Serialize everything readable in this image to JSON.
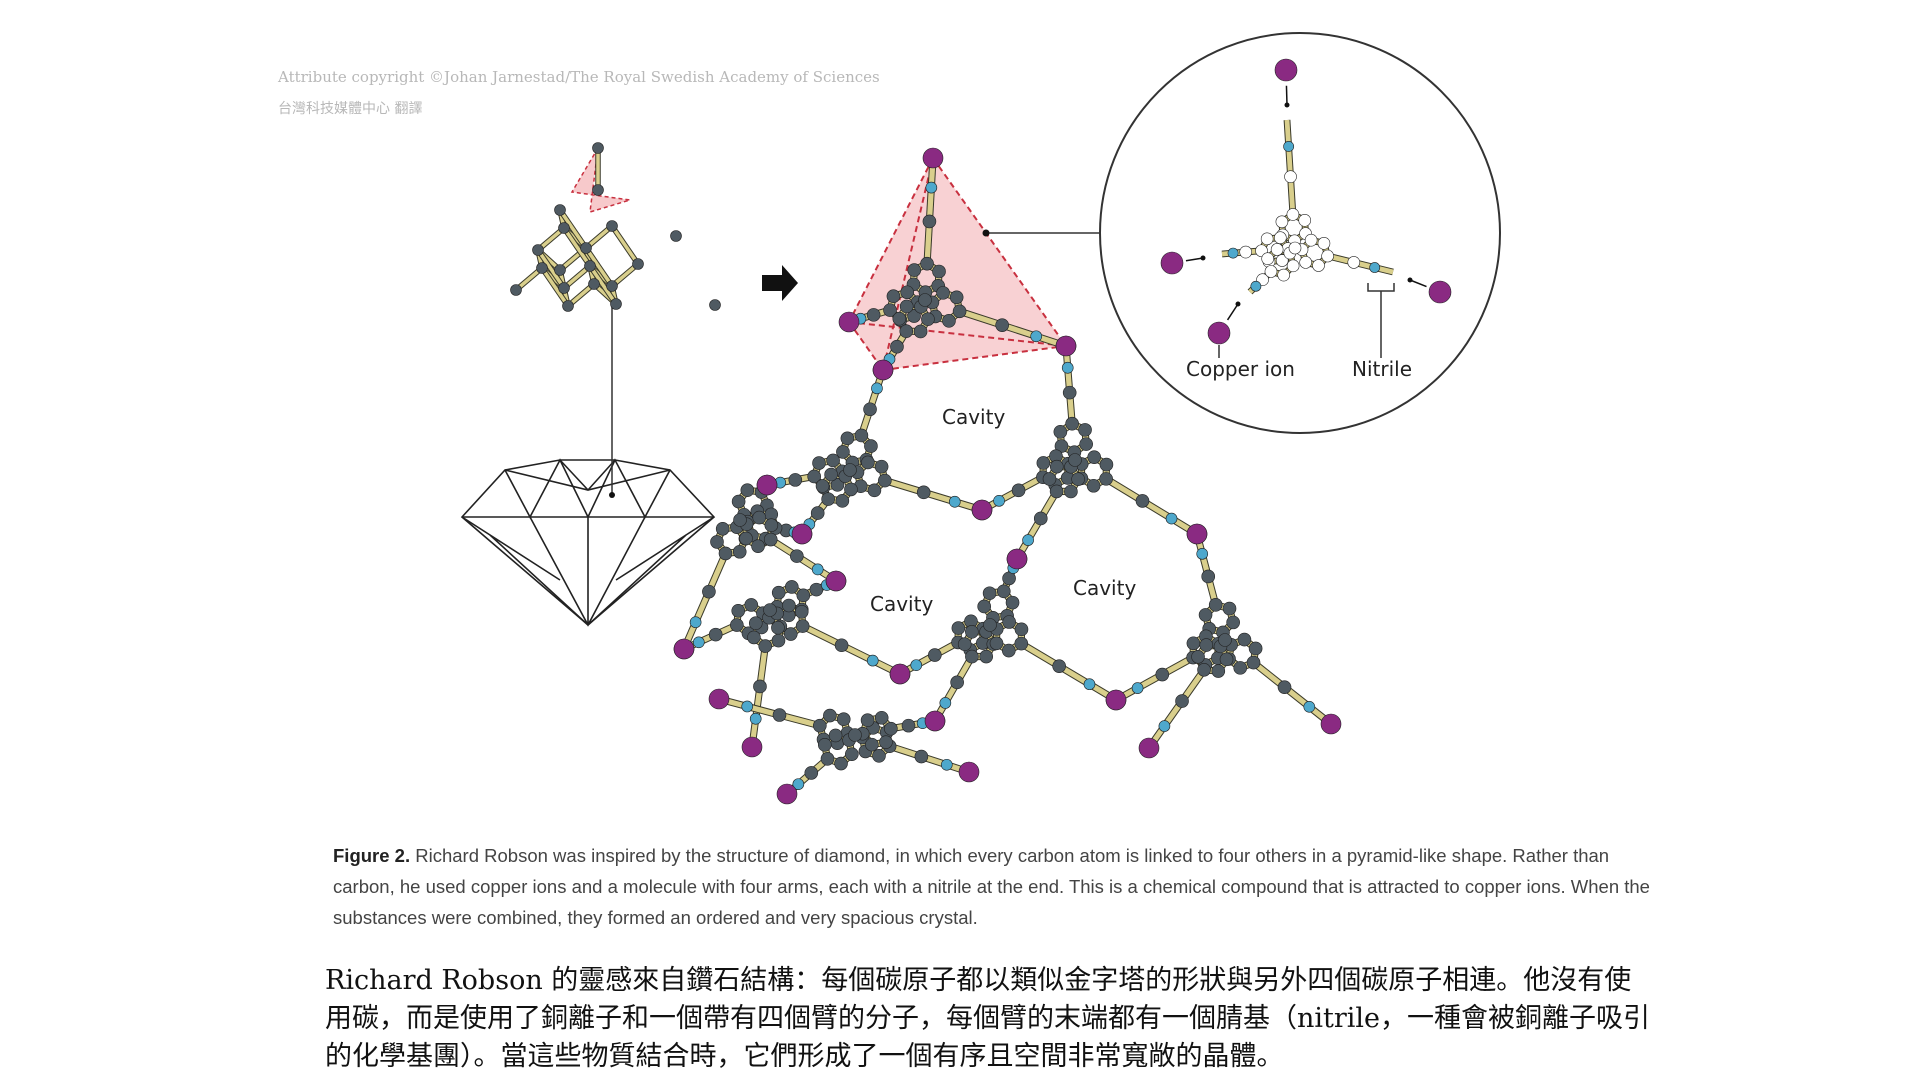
{
  "attribution": {
    "copyright": "Attribute copyright ©Johan Jarnestad/The Royal Swedish Academy of Sciences",
    "translation": "台灣科技媒體中心 翻譯"
  },
  "figure": {
    "labels": {
      "cavity_top": "Cavity",
      "cavity_left": "Cavity",
      "cavity_right": "Cavity",
      "copper_ion": "Copper ion",
      "nitrile": "Nitrile"
    },
    "colors": {
      "carbon": "#4f5a62",
      "bond": "#d9cf8c",
      "nitrogen": "#4ea8cc",
      "copper": "#8a2a82",
      "tetrahedron_fill": "#f7c9cb",
      "tetrahedron_edge": "#c8303f"
    }
  },
  "caption": {
    "label": "Figure 2.",
    "text": " Richard Robson was inspired by the structure of diamond, in which every carbon atom is linked to four others in a pyramid-like shape. Rather than carbon, he used copper ions and a molecule with four arms, each with a nitrile at the end. This is a chemical compound that is attracted to copper ions. When the substances were combined, they formed an ordered and very spacious crystal."
  },
  "translation_text": "Richard Robson 的靈感來自鑽石結構：每個碳原子都以類似金字塔的形狀與另外四個碳原子相連。他沒有使用碳，而是使用了銅離子和一個帶有四個臂的分子，每個臂的末端都有一個腈基（nitrile，一種會被銅離子吸引的化學基團）。當這些物質結合時，它們形成了一個有序且空間非常寬敞的晶體。"
}
